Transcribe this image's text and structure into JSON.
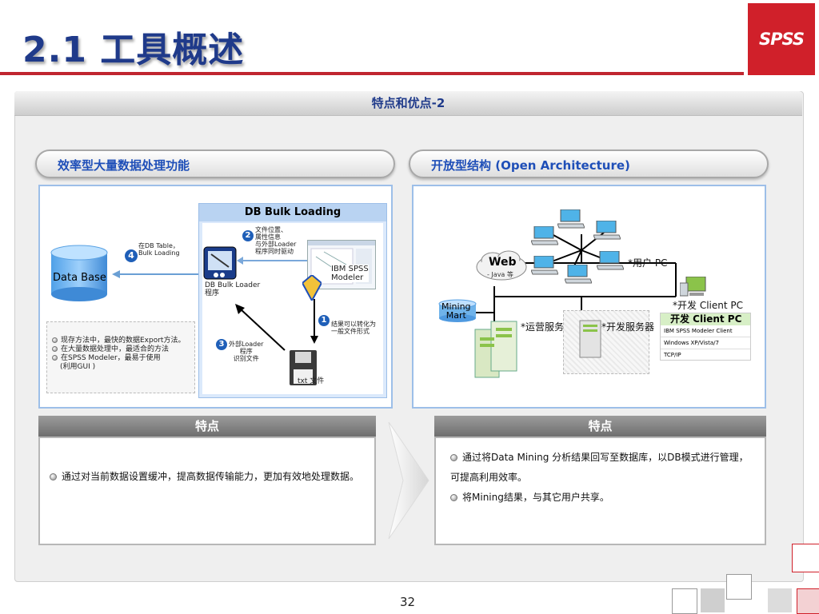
{
  "slide": {
    "title": "2.1 工具概述",
    "logo_text": "SPSS",
    "page_number": "32",
    "header": "特点和优点-2"
  },
  "left": {
    "pill_title": "效率型大量数据处理功能",
    "db_title": "DB Bulk Loading",
    "database_label": "Data Base",
    "step4_label": "在DB Table，\nBulk Loading",
    "step2_label": "文件位置、\n属性信息\n与外部Loader\n程序同时驱动",
    "modeler_label": "IBM SPSS\nModeler",
    "loader_label": "DB Bulk Loader\n程序",
    "step1_label": "结果可以转化为\n一般文件形式",
    "step3_label": "外部Loader\n程序\n识别文件",
    "txt_label": "txt 文件",
    "step_numbers": [
      "1",
      "2",
      "3",
      "4"
    ],
    "notes": [
      "现存方法中，最快的数据Export方法。",
      "在大量数据处理中，最适合的方法",
      "在SPSS Modeler，最易于使用",
      "(利用GUI )"
    ]
  },
  "right": {
    "pill_title": "开放型结构 (Open Architecture)",
    "web_label": "Web",
    "web_sub": "- Java 等",
    "user_pc": "*用户 PC",
    "dev_client_pc": "*开发 Client PC",
    "mining_mart": "Mining\nMart",
    "ops_server": "*运营服务器",
    "dev_server": "*开发服务器",
    "client_box_title": "开发 Client PC",
    "client_box_rows": [
      "IBM SPSS Modeler Client",
      "Windows XP/Vista/7",
      "TCP/IP"
    ]
  },
  "features": {
    "left_header": "特点",
    "right_header": "特点",
    "left_bullets": [
      "通过对当前数据设置缓冲，提高数据传输能力，更加有效地处理数据。"
    ],
    "right_bullets": [
      "通过将Data Mining 分析结果回写至数据库，以DB模式进行管理，可提高利用效率。",
      "将Mining结果，与其它用户共享。"
    ]
  },
  "colors": {
    "title_blue": "#1f3a8a",
    "accent_red": "#c0262f",
    "pill_text": "#1f4fb8",
    "box_border": "#9dbfe8"
  }
}
